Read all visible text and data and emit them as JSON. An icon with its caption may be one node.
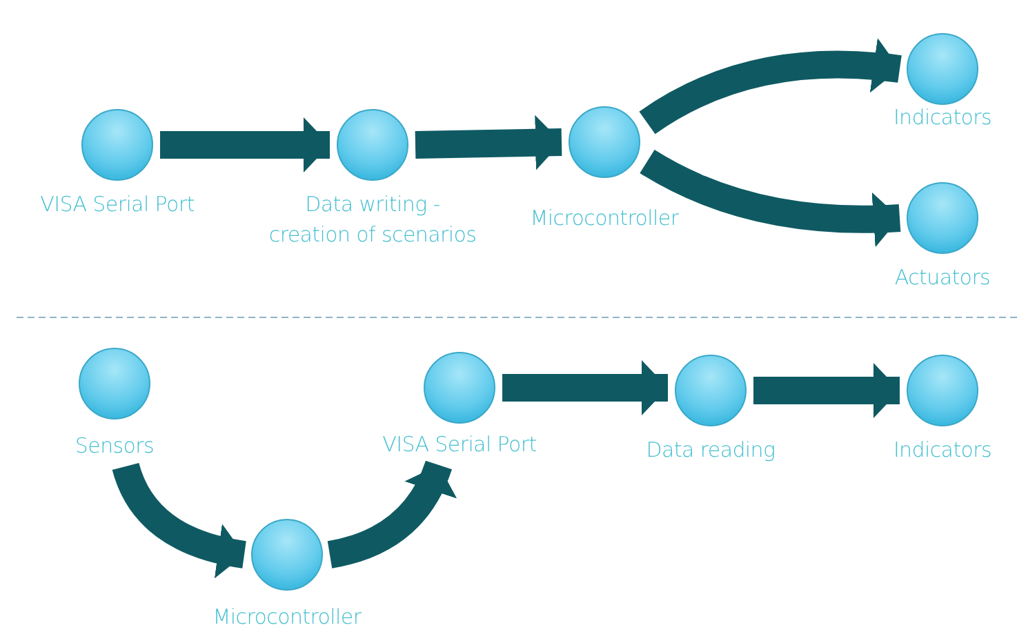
{
  "diagram": {
    "nodes": [
      {
        "text": [
          "VISA Serial Port"
        ]
      },
      {
        "text": [
          "Data writing - creation of scenarios"
        ]
      },
      {
        "text": [
          "Microcontroller"
        ]
      },
      {
        "text": [
          "Indicators"
        ]
      },
      {
        "text": [
          "Actuators"
        ]
      },
      {
        "text": [
          "Sensors"
        ]
      },
      {
        "text": [
          "Microcontroller"
        ]
      },
      {
        "text": [
          "VISA Serial Port"
        ]
      },
      {
        "text": [
          "Data reading"
        ]
      },
      {
        "text": [
          "Indicators"
        ]
      }
    ],
    "edges": [
      {
        "from": 0,
        "to": 1,
        "arrow": "to"
      },
      {
        "from": 1,
        "to": 2,
        "arrow": "to"
      },
      {
        "from": 2,
        "to": 3,
        "arrow": "to"
      },
      {
        "from": 2,
        "to": 4,
        "arrow": "to"
      },
      {
        "from": 5,
        "to": 6,
        "arrow": "to"
      },
      {
        "from": 6,
        "to": 7,
        "arrow": "to"
      },
      {
        "from": 7,
        "to": 8,
        "arrow": "to"
      },
      {
        "from": 8,
        "to": 9,
        "arrow": "to"
      }
    ]
  }
}
